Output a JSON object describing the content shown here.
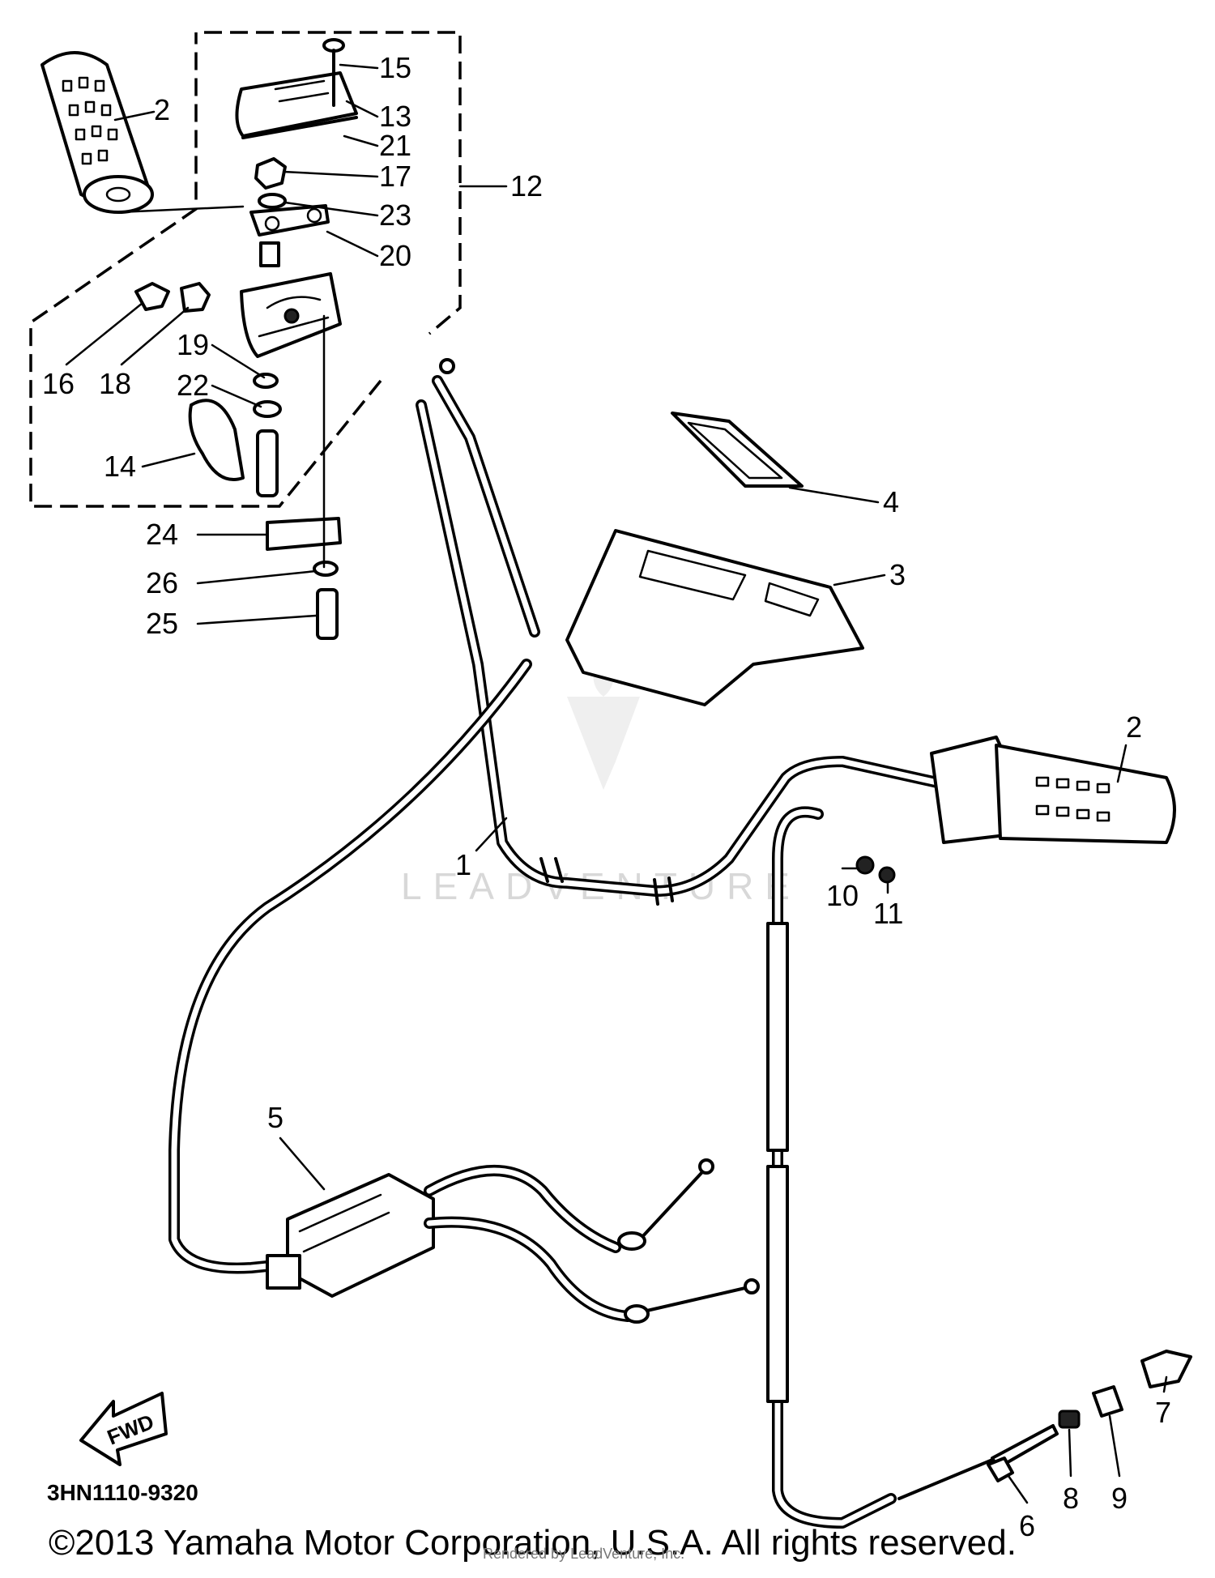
{
  "diagram": {
    "part_code": "3HN1110-9320",
    "direction_arrow": "FWD",
    "watermark": "LEADVENTURE",
    "copyright": "©2013 Yamaha Motor Corporation, U.S.A. All rights reserved.",
    "rendered_by": "Rendered by LeadVenture, Inc.",
    "callouts": [
      {
        "id": "c1",
        "label": "1"
      },
      {
        "id": "c2a",
        "label": "2"
      },
      {
        "id": "c2b",
        "label": "2"
      },
      {
        "id": "c3",
        "label": "3"
      },
      {
        "id": "c4",
        "label": "4"
      },
      {
        "id": "c5",
        "label": "5"
      },
      {
        "id": "c6",
        "label": "6"
      },
      {
        "id": "c7",
        "label": "7"
      },
      {
        "id": "c8",
        "label": "8"
      },
      {
        "id": "c9",
        "label": "9"
      },
      {
        "id": "c10",
        "label": "10"
      },
      {
        "id": "c11",
        "label": "11"
      },
      {
        "id": "c12",
        "label": "12"
      },
      {
        "id": "c13",
        "label": "13"
      },
      {
        "id": "c14",
        "label": "14"
      },
      {
        "id": "c15",
        "label": "15"
      },
      {
        "id": "c16",
        "label": "16"
      },
      {
        "id": "c17",
        "label": "17"
      },
      {
        "id": "c18",
        "label": "18"
      },
      {
        "id": "c19",
        "label": "19"
      },
      {
        "id": "c20",
        "label": "20"
      },
      {
        "id": "c21",
        "label": "21"
      },
      {
        "id": "c22",
        "label": "22"
      },
      {
        "id": "c23",
        "label": "23"
      },
      {
        "id": "c24",
        "label": "24"
      },
      {
        "id": "c25",
        "label": "25"
      },
      {
        "id": "c26",
        "label": "26"
      }
    ]
  }
}
